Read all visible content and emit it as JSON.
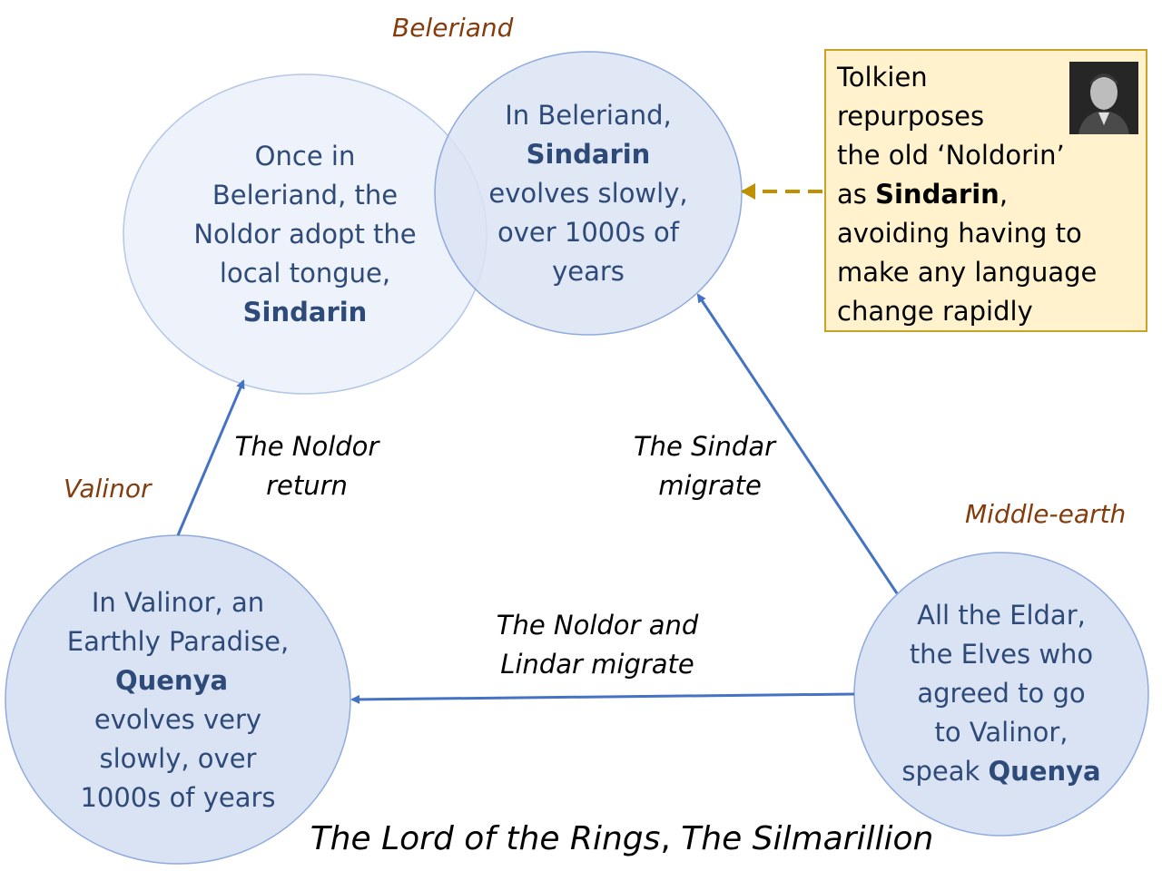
{
  "regions": {
    "beleriand": "Beleriand",
    "valinor": "Valinor",
    "middle_earth": "Middle-earth"
  },
  "circles": {
    "noldor_beleriand": {
      "l1": "Once in",
      "l2": "Beleriand, the",
      "l3": "Noldor adopt the",
      "l4": "local tongue,",
      "l5": "Sindarin"
    },
    "sindarin": {
      "l1": "In Beleriand,",
      "l2": "Sindarin",
      "l3": "evolves slowly,",
      "l4": "over 1000s of",
      "l5": "years"
    },
    "valinor": {
      "l1": "In Valinor, an",
      "l2": "Earthly Paradise,",
      "l3": "Quenya",
      "l4": "evolves very",
      "l5": "slowly, over",
      "l6": "1000s of years"
    },
    "eldar": {
      "l1": "All the Eldar,",
      "l2": "the Elves who",
      "l3": "agreed to go",
      "l4": "to Valinor,",
      "l5a": "speak ",
      "l5b": "Quenya"
    }
  },
  "arrows": {
    "noldor_return": {
      "l1": "The Noldor",
      "l2": "return"
    },
    "sindar_migrate": {
      "l1": "The Sindar",
      "l2": "migrate"
    },
    "noldor_lindar": {
      "l1": "The Noldor and",
      "l2": "Lindar migrate"
    }
  },
  "note": {
    "l1": "Tolkien",
    "l2": "repurposes",
    "l3": "the old ‘Noldorin’",
    "l4a": "as ",
    "l4b": "Sindarin",
    "l4c": ",",
    "l5": "avoiding having to",
    "l6": "make any language",
    "l7": "change rapidly"
  },
  "caption": {
    "part1": "The Lord of the Rings",
    "sep": ", ",
    "part2": "The Silmarillion"
  },
  "colors": {
    "circle_fill": "#dae3f3",
    "circle_stroke": "#8faadc",
    "arrow": "#4472c4",
    "dashed_arrow": "#bf9000",
    "region_label": "#843c0c",
    "note_fill": "#fff2cc"
  }
}
